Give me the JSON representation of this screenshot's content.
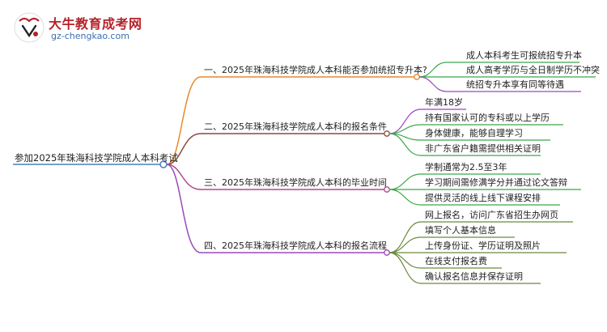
{
  "logo": {
    "title": "大牛教育成考网",
    "url": "gz-chengkao.com"
  },
  "colors": {
    "root": "#4a7fc1",
    "branch1": "#e8892b",
    "branch2": "#8a4a3c",
    "branch3": "#b04a8a",
    "branch4": "#9a4bb8",
    "leaf_branch1": "#3aa84a",
    "leaf_branch2": "#9a42c8",
    "leaf_branch3": "#3aa84a",
    "leaf_branch4": "#6a8a3a"
  },
  "mindmap": {
    "root": "参加2025年珠海科技学院成人本科考试",
    "branches": [
      {
        "label": "一、2025年珠海科技学院成人本科能否参加统招专升本?",
        "leaves": [
          "成人本科考生可报统招专升本",
          "成人高考学历与全日制学历不冲突",
          "统招专升本享有同等待遇"
        ]
      },
      {
        "label": "二、2025年珠海科技学院成人本科的报名条件",
        "leaves": [
          "年满18岁",
          "持有国家认可的专科或以上学历",
          "身体健康，能够自理学习",
          "非广东省户籍需提供相关证明"
        ]
      },
      {
        "label": "三、2025年珠海科技学院成人本科的毕业时间",
        "leaves": [
          "学制通常为2.5至3年",
          "学习期间需修满学分并通过论文答辩",
          "提供灵活的线上线下课程安排"
        ]
      },
      {
        "label": "四、2025年珠海科技学院成人本科的报名流程",
        "leaves": [
          "网上报名，访问广东省招生办网页",
          "填写个人基本信息",
          "上传身份证、学历证明及照片",
          "在线支付报名费",
          "确认报名信息并保存证明"
        ]
      }
    ]
  }
}
